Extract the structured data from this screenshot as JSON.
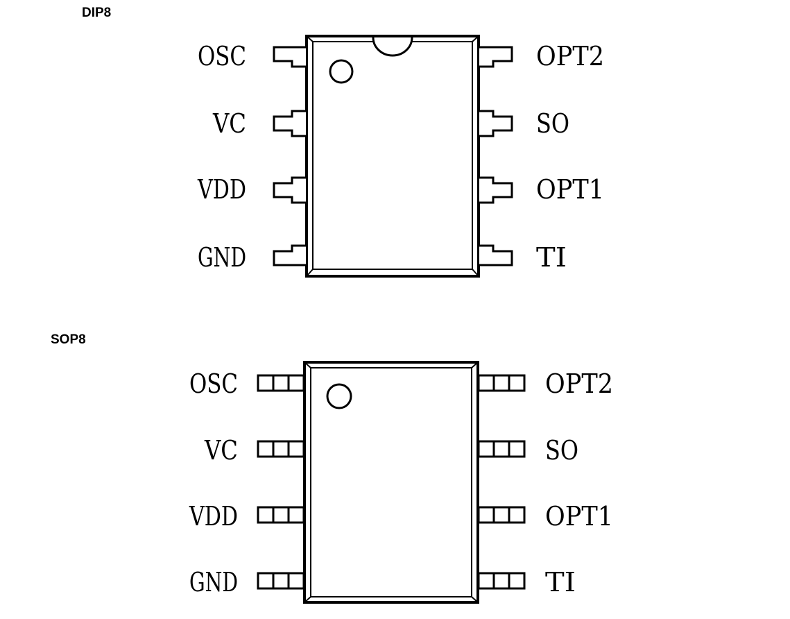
{
  "packages": [
    {
      "title": "DIP8",
      "pins_left": [
        "OSC",
        "VC",
        "VDD",
        "GND"
      ],
      "pins_right": [
        "OPT2",
        "SO",
        "OPT1",
        "TI"
      ]
    },
    {
      "title": "SOP8",
      "pins_left": [
        "OSC",
        "VC",
        "VDD",
        "GND"
      ],
      "pins_right": [
        "OPT2",
        "SO",
        "OPT1",
        "TI"
      ]
    }
  ]
}
